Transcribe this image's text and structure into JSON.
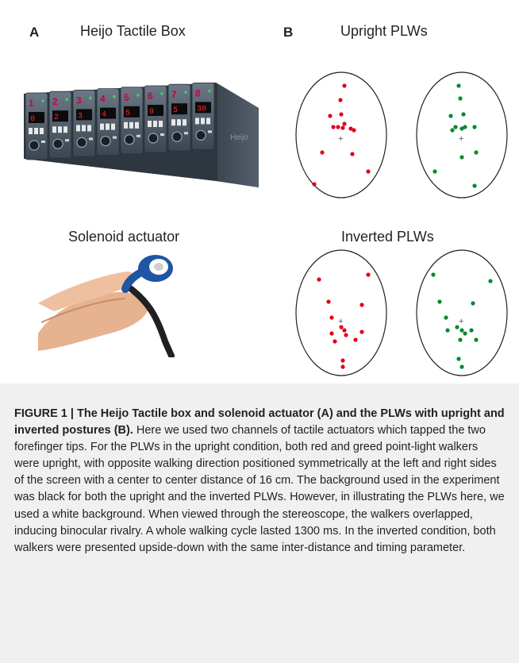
{
  "panels": {
    "a": {
      "letter": "A",
      "title": "Heijo Tactile Box",
      "subtitle": "Solenoid actuator"
    },
    "b": {
      "letter": "B",
      "title": "Upright PLWs",
      "subtitle": "Inverted PLWs"
    }
  },
  "device": {
    "brand": "Heijo",
    "channels": [
      "1",
      "2",
      "3",
      "4",
      "5",
      "6",
      "7",
      "8"
    ],
    "displays": [
      "0",
      "2",
      "3",
      "4",
      "5",
      "9",
      "5",
      "30"
    ]
  },
  "colors": {
    "red": "#e2001a",
    "green": "#008a2e",
    "caption_bg": "#f0f0f1",
    "device_body": "#4a5663"
  },
  "caption": {
    "lead": "FIGURE 1 | The Heijo Tactile box and solenoid actuator (A) and the PLWs with upright and inverted postures (B).",
    "body": " Here we used two channels of tactile actuators which tapped the two forefinger tips. For the PLWs in the upright condition, both red and greed point-light walkers were upright, with opposite walking direction positioned symmetrically at the left and right sides of the screen with a center to center distance of 16 cm. The background used in the experiment was black for both the upright and the inverted PLWs. However, in illustrating the PLWs here, we used a white background. When viewed through the stereoscope, the walkers overlapped, inducing binocular rivalry. A whole walking cycle lasted 1300 ms. In the inverted condition, both walkers were presented upside-down with the same inter-distance and timing parameter."
  }
}
